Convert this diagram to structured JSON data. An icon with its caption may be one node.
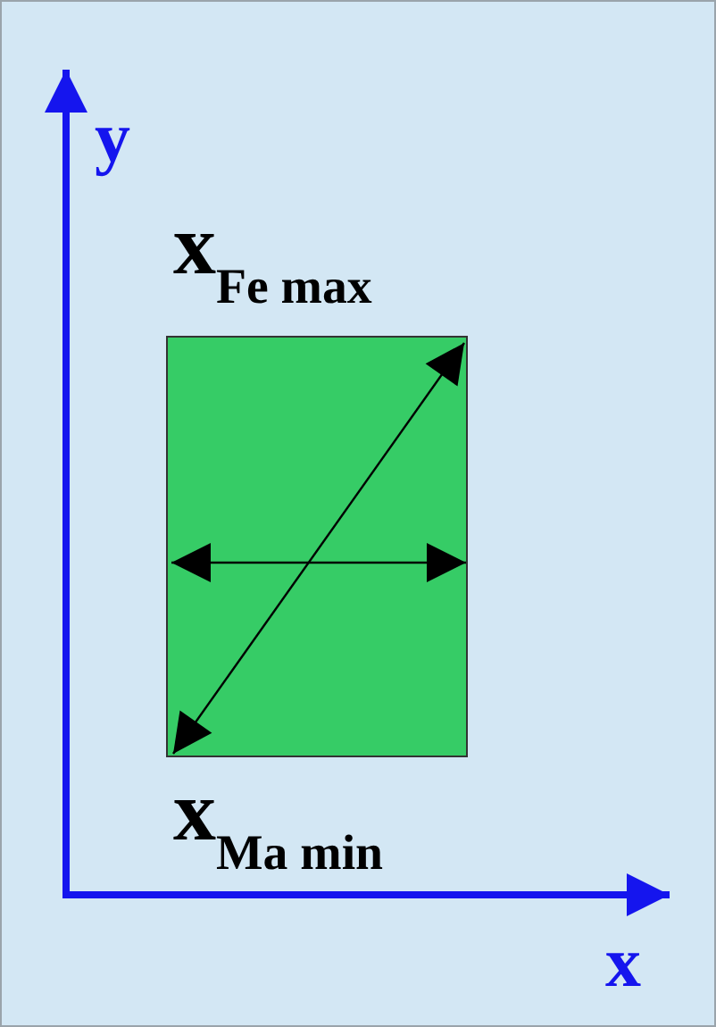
{
  "diagram": {
    "nodes": [
      {
        "text": [],
        "shape": "box"
      }
    ],
    "labels": [
      "y",
      "x$_{Fe max}$",
      "x$_{Ma min}$",
      "x"
    ]
  }
}
